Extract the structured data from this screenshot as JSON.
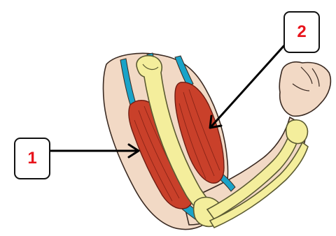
{
  "labels": [
    {
      "id": "1",
      "text": "1",
      "color": "#e8141c"
    },
    {
      "id": "2",
      "text": "2",
      "color": "#e8141c"
    }
  ],
  "colors": {
    "skin": "#f2d9c5",
    "skin_outline": "#3a2a22",
    "bone": "#f4ee9c",
    "bone_outline": "#5b5a32",
    "muscle": "#c9402a",
    "muscle_dark": "#8a2417",
    "tendon": "#1aa3c8",
    "arrow": "#000000"
  }
}
